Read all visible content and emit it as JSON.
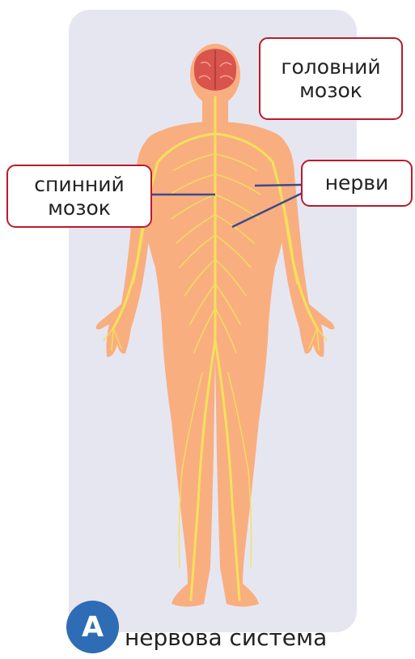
{
  "labels": {
    "brain": [
      "головний",
      "мозок"
    ],
    "spinal_cord": [
      "спинний",
      "мозок"
    ],
    "nerves": "нерви"
  },
  "badge": "A",
  "caption": "нервова система",
  "colors": {
    "panel": "#e6e6f1",
    "skin": "#f9ae80",
    "nerve": "#f3e15a",
    "brain": "#d9544c",
    "callout_border": "#b91c2b",
    "leader_line": "#3b4a8a",
    "badge": "#2e6db5"
  }
}
